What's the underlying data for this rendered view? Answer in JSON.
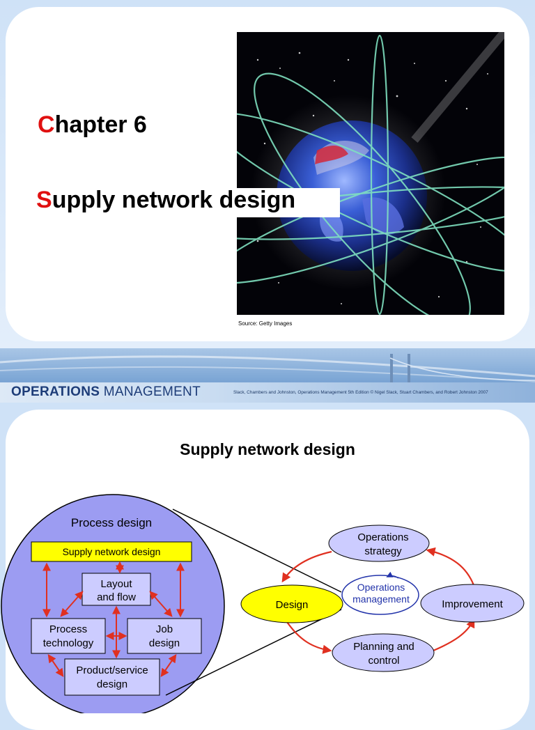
{
  "slide1": {
    "chapter_first": "C",
    "chapter_rest": "hapter 6",
    "subtitle_first": "S",
    "subtitle_rest": "upply network design",
    "image_source": "Source: Getty Images"
  },
  "banner": {
    "logo_bold": "OPERATIONS",
    "logo_light": " MANAGEMENT",
    "credit": "Slack, Chambers and Johnston, Operations Management 5th Edition © Nigel Slack, Stuart Chambers, and Robert Johnston 2007"
  },
  "slide2": {
    "title": "Supply network design",
    "process_design": {
      "title": "Process design",
      "supply_network": "Supply network design",
      "layout_line1": "Layout",
      "layout_line2": "and flow",
      "process_tech_line1": "Process",
      "process_tech_line2": "technology",
      "job_line1": "Job",
      "job_line2": "design",
      "product_line1": "Product/service",
      "product_line2": "design"
    },
    "cycle": {
      "strategy_line1": "Operations",
      "strategy_line2": "strategy",
      "design": "Design",
      "improvement": "Improvement",
      "planning_line1": "Planning and",
      "planning_line2": "control",
      "center_line1": "Operations",
      "center_line2": "management"
    }
  },
  "colors": {
    "accent_red": "#e01010",
    "circle_fill": "#9c9cf2",
    "box_fill": "#ccccff",
    "highlight_yellow": "#ffff00",
    "arrow_red": "#e03020",
    "center_blue": "#2233aa"
  }
}
